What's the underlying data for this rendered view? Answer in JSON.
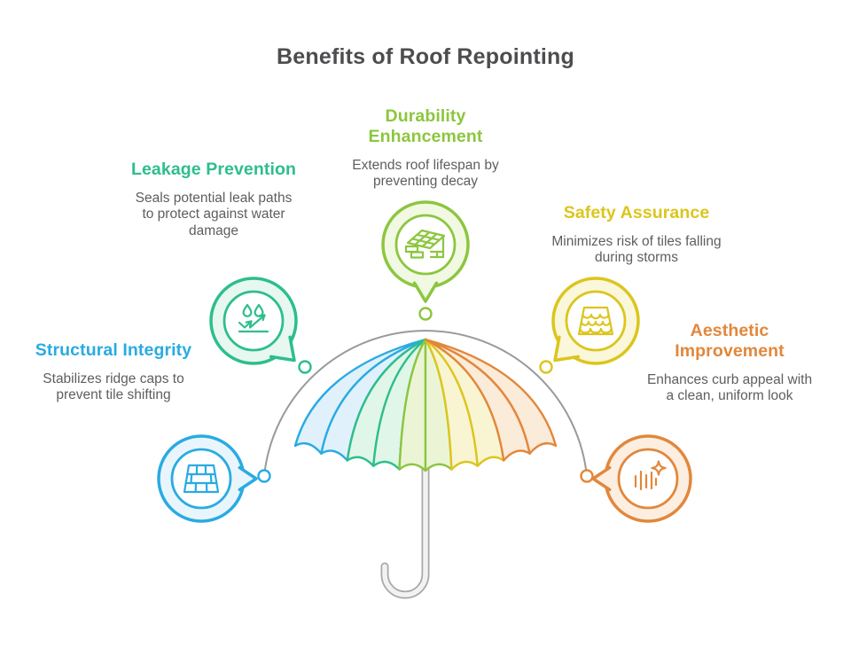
{
  "title": "Benefits of Roof Repointing",
  "benefits": [
    {
      "id": "structural",
      "label": "Structural Integrity",
      "description": "Stabilizes ridge caps to prevent tile shifting",
      "accent": "#29abe2",
      "badge_fill": "#e9f5fc",
      "icon": "brick-wall-icon"
    },
    {
      "id": "leakage",
      "label": "Leakage Prevention",
      "description": "Seals potential leak paths to protect against water damage",
      "accent": "#2dbe8d",
      "badge_fill": "#e7f8f0",
      "icon": "water-repel-icon"
    },
    {
      "id": "durability",
      "label": "Durability Enhancement",
      "description": "Extends roof lifespan by preventing decay",
      "accent": "#8cc63f",
      "badge_fill": "#f1f9e3",
      "icon": "roof-structure-icon"
    },
    {
      "id": "safety",
      "label": "Safety Assurance",
      "description": "Minimizes risk of tiles falling during storms",
      "accent": "#dcc51d",
      "badge_fill": "#faf7da",
      "icon": "roof-tiles-icon"
    },
    {
      "id": "aesthetic",
      "label": "Aesthetic Improvement",
      "description": "Enhances curb appeal with a clean, uniform look",
      "accent": "#e2873b",
      "badge_fill": "#fcefe1",
      "icon": "shine-icon"
    }
  ],
  "umbrella": {
    "sections": [
      {
        "stroke": "#29abe2",
        "fill": "#e0f1fb"
      },
      {
        "stroke": "#2dbe8d",
        "fill": "#e0f6e9"
      },
      {
        "stroke": "#8cc63f",
        "fill": "#ebf5d5"
      },
      {
        "stroke": "#dcc51d",
        "fill": "#f9f5d2"
      },
      {
        "stroke": "#e2873b",
        "fill": "#fbebd9"
      }
    ],
    "handle_outline": "#a8a8a8",
    "handle_fill": "#f2f2f2"
  },
  "colors": {
    "title": "#4d4d4f",
    "description": "#5e5e60",
    "arc": "#9a9a9a"
  }
}
